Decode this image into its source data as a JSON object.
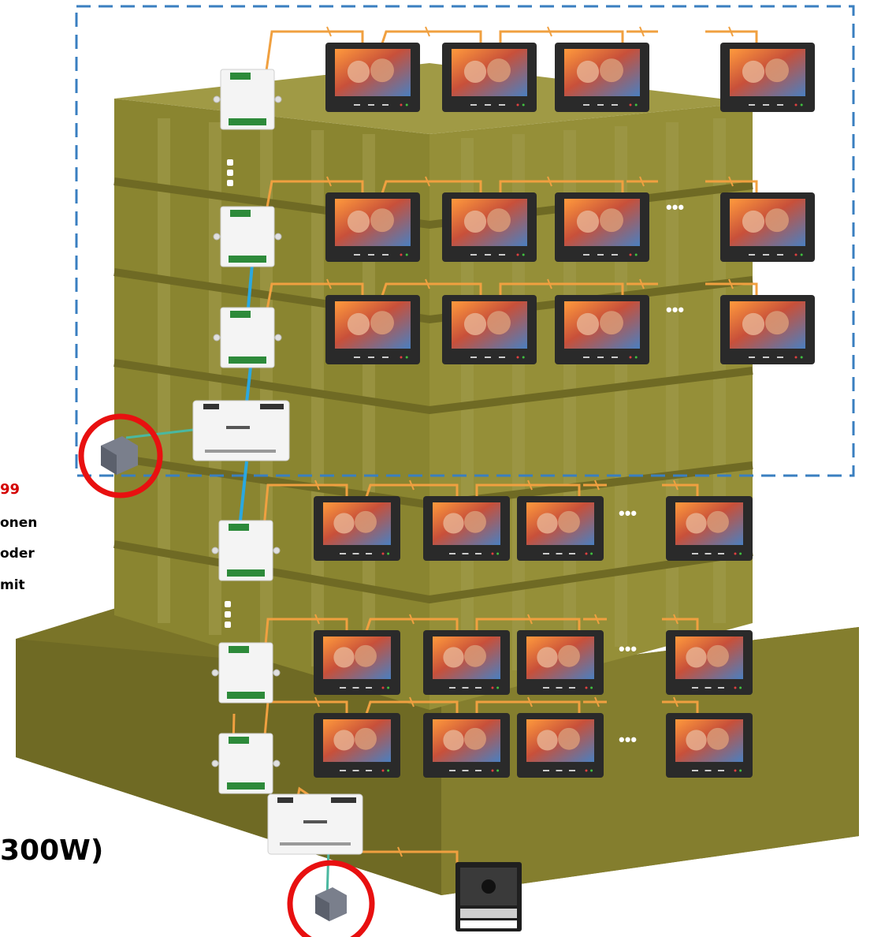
{
  "labels": {
    "red_number": "99",
    "line1": "onen",
    "line2": "oder",
    "line3": "mit",
    "power_rating": "300W)"
  },
  "ellipsis": "•••",
  "colors": {
    "building": "#8a8530",
    "building_dark": "#6d6a25",
    "building_light": "#a09a45",
    "cable_orange": "#f0a040",
    "cable_blue": "#2aa8e0",
    "cable_teal": "#4ab8a0",
    "dashed_border": "#3a7fc0",
    "highlight_circle": "#e81010",
    "monitor_frame": "#2a2a2a",
    "module_body": "#f4f4f4",
    "terminal_green": "#2d8a3a"
  },
  "icons": {
    "monitor": "indoor-monitor-icon",
    "distributor": "distributor-module-icon",
    "controller": "din-rail-controller-icon",
    "power_supply": "power-supply-icon",
    "door_station": "door-station-icon"
  }
}
